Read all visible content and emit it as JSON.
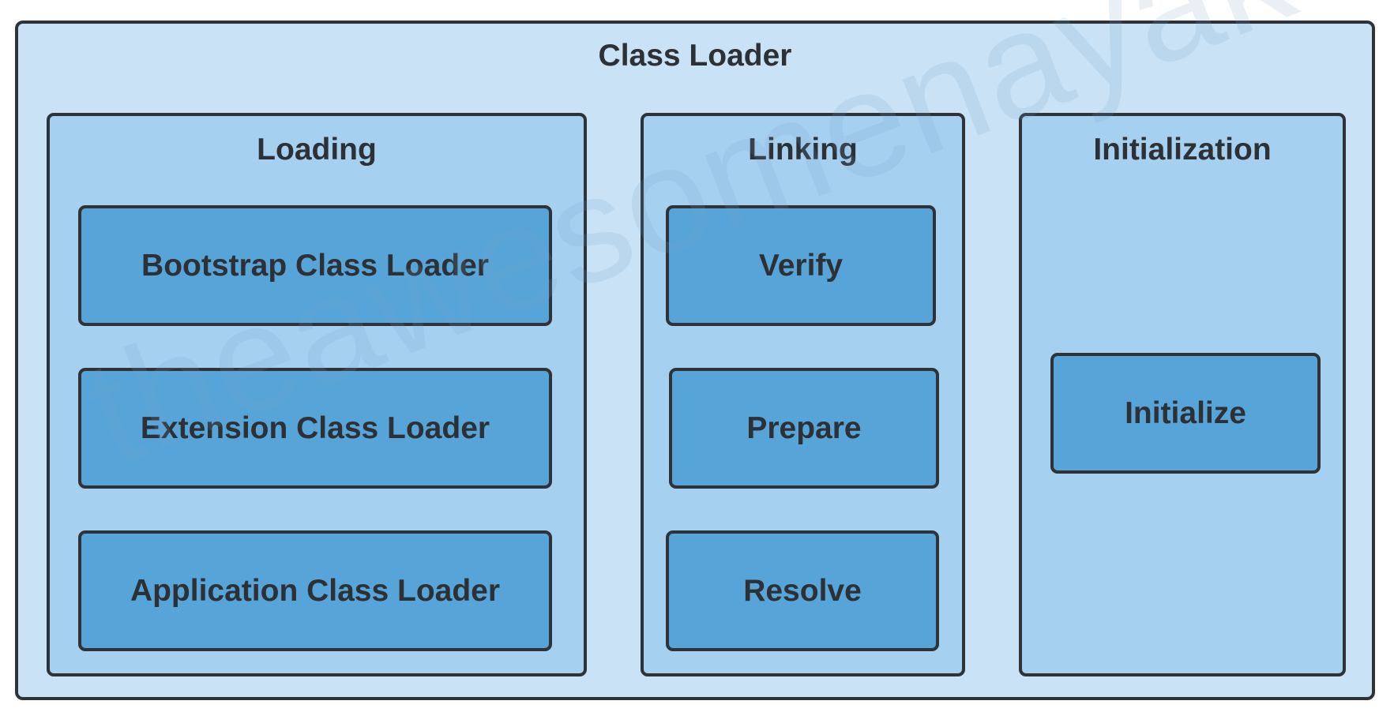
{
  "diagram": {
    "title": "Class Loader",
    "watermark": "theawesomenayak",
    "colors": {
      "outer_fill": "#c9e2f5",
      "group_fill": "#a6d0f0",
      "box_fill": "#57a5d8",
      "border": "#2f3337",
      "text": "#2d3035"
    },
    "groups": [
      {
        "title": "Loading",
        "items": [
          "Bootstrap Class Loader",
          "Extension Class Loader",
          "Application Class Loader"
        ]
      },
      {
        "title": "Linking",
        "items": [
          "Verify",
          "Prepare",
          "Resolve"
        ]
      },
      {
        "title": "Initialization",
        "items": [
          "Initialize"
        ]
      }
    ]
  }
}
